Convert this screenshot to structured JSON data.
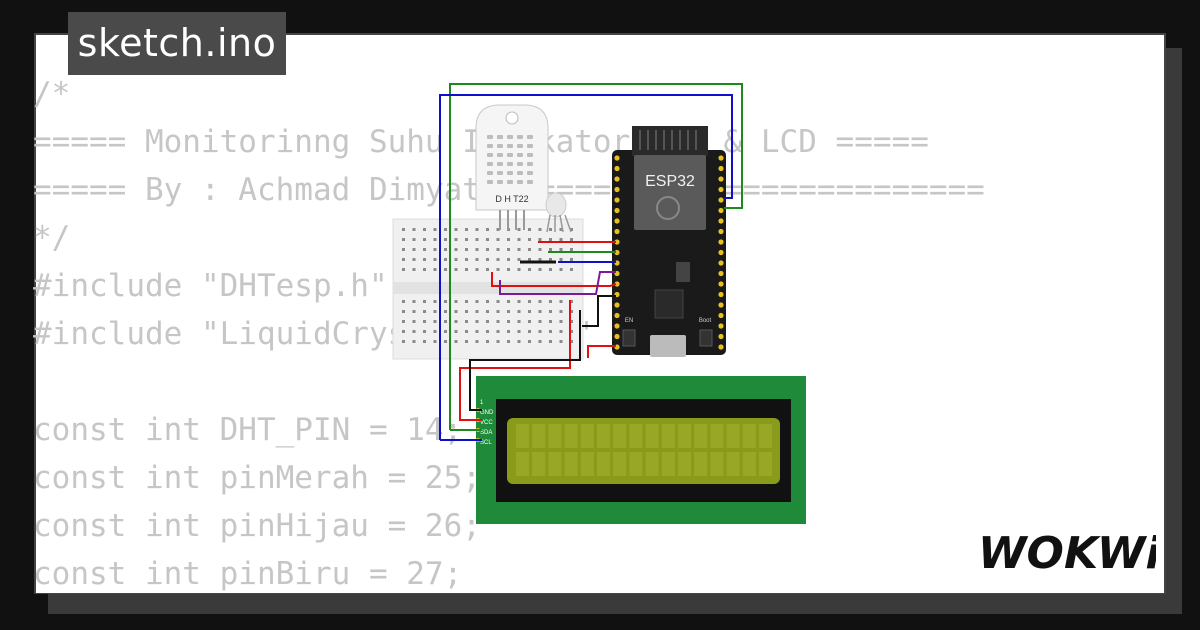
{
  "title": "sketch.ino",
  "code_lines": [
    "/*",
    "===== Monitorinng Suhu Indikator LED & LCD =====",
    "===== By : Achmad Dimyathi ========================",
    "*/",
    "#include \"DHTesp.h\"",
    "#include \"LiquidCrystal_I2C.h\"",
    "",
    "const int DHT_PIN = 14;",
    "const int pinMerah = 25;",
    "const int pinHijau = 26;",
    "const int pinBiru = 27;"
  ],
  "components": {
    "dht_label": "D H T22",
    "esp_label": "ESP32",
    "lcd_pins": [
      "1",
      "GND",
      "VCC",
      "SDA",
      "SCL"
    ],
    "en_label": "EN",
    "boot_label": "Boot"
  },
  "logo": "WOKWi",
  "colors": {
    "wire_green": "#1e8a1e",
    "wire_blue": "#1010cc",
    "wire_red": "#e01010",
    "wire_black": "#111111",
    "wire_purple": "#7a1a9a",
    "lcd_board": "#1f8a3a",
    "lcd_screen": "#8a9a1a"
  }
}
